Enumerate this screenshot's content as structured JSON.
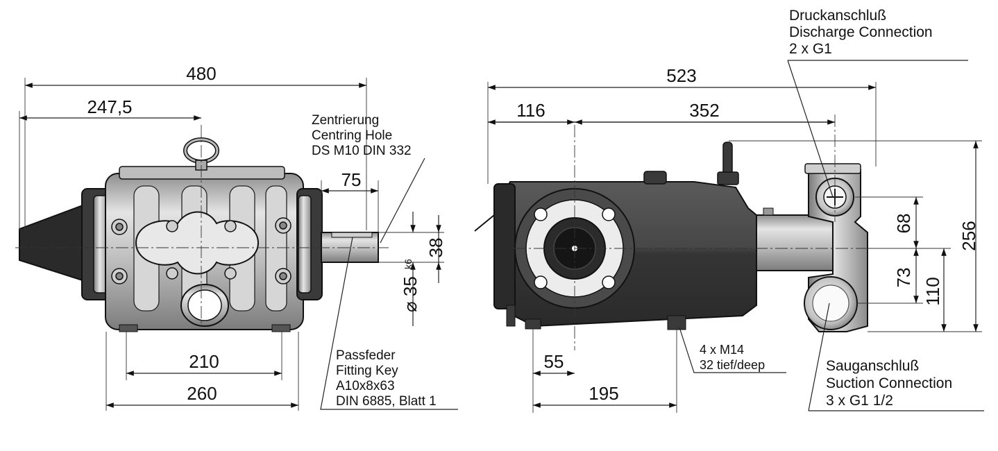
{
  "front_view": {
    "dim_overall": "480",
    "dim_shaft_offset": "247,5",
    "dim_shaft_length": "75",
    "dim_shaft_height": "38",
    "dim_shaft_diameter": "35",
    "dim_shaft_fit": "k6",
    "dim_mount_inner": "210",
    "dim_mount_outer": "260",
    "centring_hole_label": [
      "Zentrierung",
      "Centring Hole",
      "DS M10 DIN 332"
    ],
    "fitting_key_label": [
      "Passfeder",
      "Fitting Key",
      "A10x8x63",
      "DIN 6885, Blatt 1"
    ]
  },
  "side_view": {
    "dim_overall": "523",
    "dim_left": "116",
    "dim_right": "352",
    "dim_height_total": "256",
    "dim_discharge_height": "68",
    "dim_suction_height": "73",
    "dim_suction_base": "110",
    "dim_mount_offset": "55",
    "dim_mount_spacing": "195",
    "discharge_label": [
      "Druckanschluß",
      "Discharge Connection",
      "2 x G1"
    ],
    "bolt_label": [
      "4 x M14",
      "32 tief/deep"
    ],
    "suction_label": [
      "Sauganschluß",
      "Suction Connection",
      "3 x G1 1/2"
    ]
  },
  "colors": {
    "housing_dark": "#3e3e3e",
    "metal_light": "#c8c8c8",
    "metal_mid": "#9a9a9a",
    "line": "#111111"
  }
}
